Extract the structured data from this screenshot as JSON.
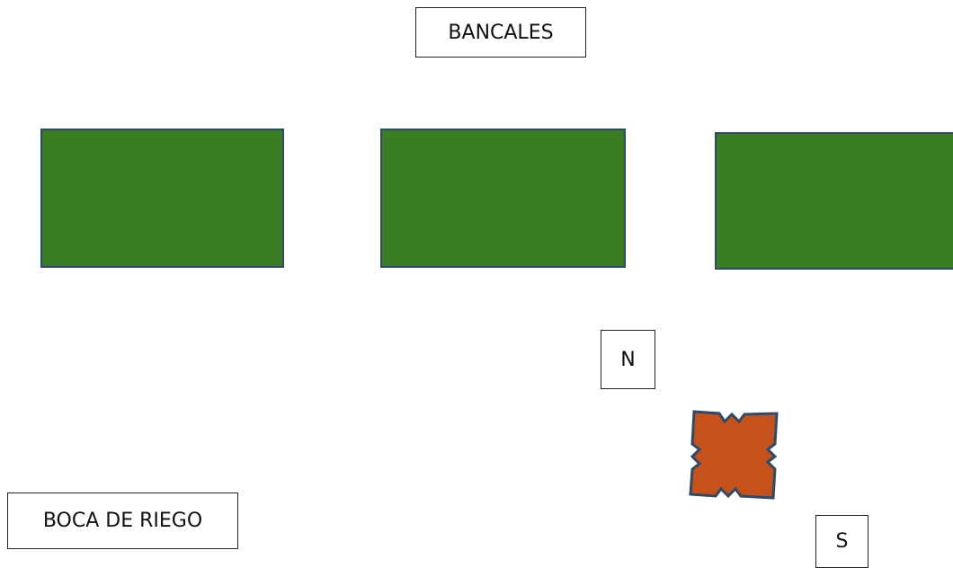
{
  "diagram": {
    "title": "BANCALES",
    "north_label": "N",
    "south_label": "S",
    "hydrant_label": "BOCA DE RIEGO",
    "beds": [
      {
        "id": "bancal-1"
      },
      {
        "id": "bancal-2"
      },
      {
        "id": "bancal-3"
      }
    ],
    "hydrant_icon": "irrigation-valve-icon"
  },
  "colors": {
    "bed_fill": "#3b7d23",
    "bed_border": "#2e4a6b",
    "hydrant_fill": "#c4521a",
    "hydrant_border": "#2e4a6b",
    "box_border": "#222222"
  }
}
